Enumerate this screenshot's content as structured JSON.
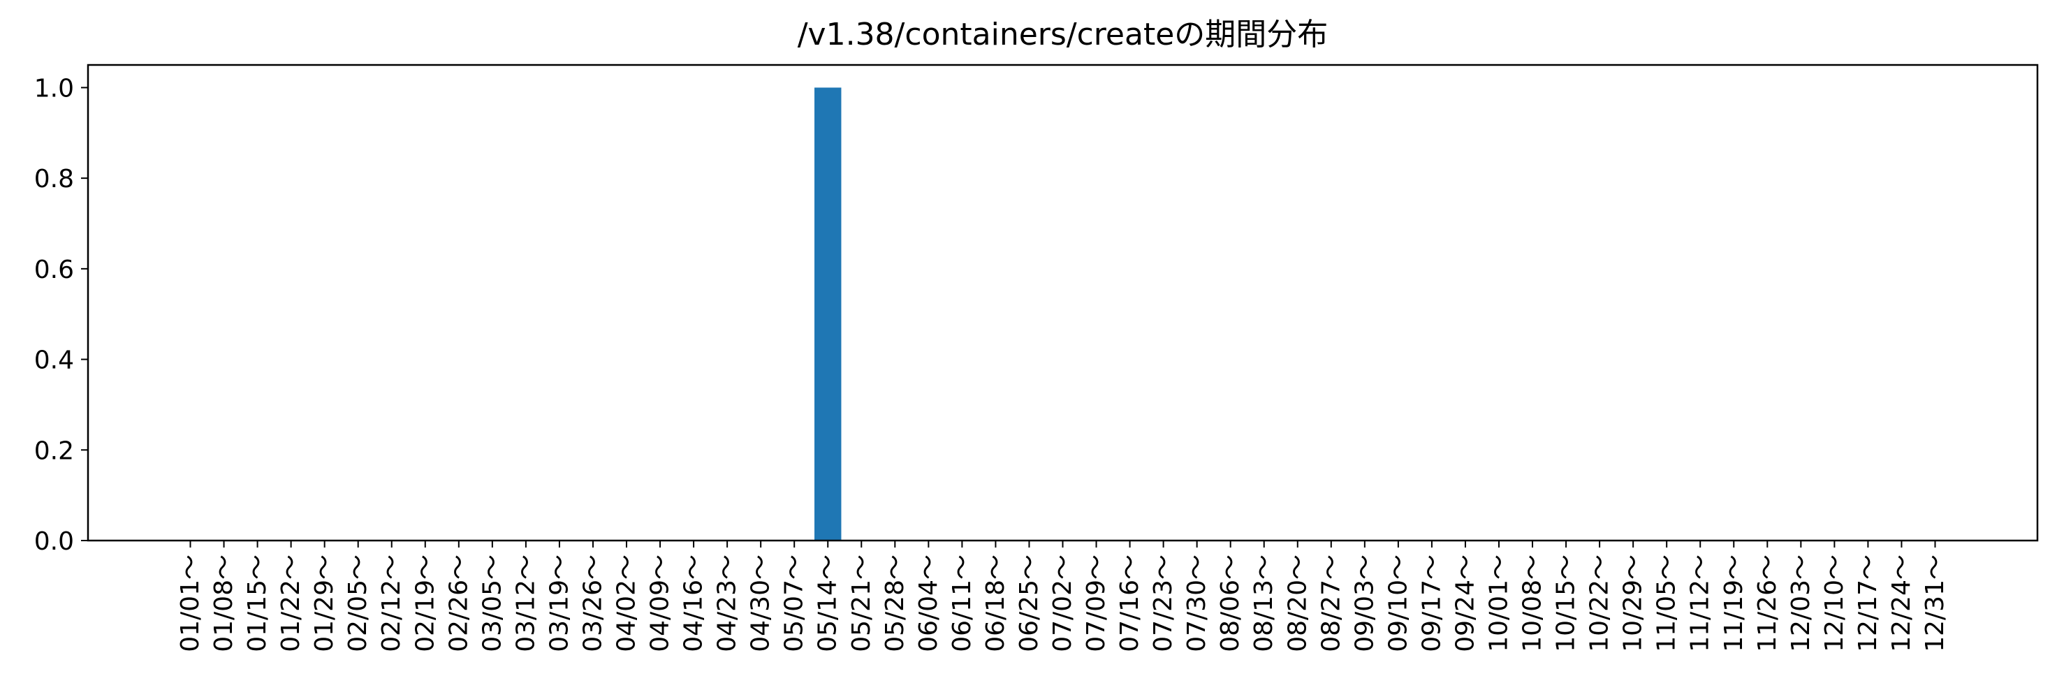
{
  "chart_data": {
    "type": "bar",
    "title": "/v1.38/containers/createの期間分布",
    "xlabel": "",
    "ylabel": "",
    "ylim": [
      0,
      1.05
    ],
    "yticks": [
      0.0,
      0.2,
      0.4,
      0.6,
      0.8,
      1.0
    ],
    "ytick_labels": [
      "0.0",
      "0.2",
      "0.4",
      "0.6",
      "0.8",
      "1.0"
    ],
    "grid": false,
    "legend": "none",
    "bar_color": "#1f77b4",
    "categories": [
      "01/01～",
      "01/08～",
      "01/15～",
      "01/22～",
      "01/29～",
      "02/05～",
      "02/12～",
      "02/19～",
      "02/26～",
      "03/05～",
      "03/12～",
      "03/19～",
      "03/26～",
      "04/02～",
      "04/09～",
      "04/16～",
      "04/23～",
      "04/30～",
      "05/07～",
      "05/14～",
      "05/21～",
      "05/28～",
      "06/04～",
      "06/11～",
      "06/18～",
      "06/25～",
      "07/02～",
      "07/09～",
      "07/16～",
      "07/23～",
      "07/30～",
      "08/06～",
      "08/13～",
      "08/20～",
      "08/27～",
      "09/03～",
      "09/10～",
      "09/17～",
      "09/24～",
      "10/01～",
      "10/08～",
      "10/15～",
      "10/22～",
      "10/29～",
      "11/05～",
      "11/12～",
      "11/19～",
      "11/26～",
      "12/03～",
      "12/10～",
      "12/17～",
      "12/24～",
      "12/31～"
    ],
    "values": [
      0,
      0,
      0,
      0,
      0,
      0,
      0,
      0,
      0,
      0,
      0,
      0,
      0,
      0,
      0,
      0,
      0,
      0,
      0,
      1,
      0,
      0,
      0,
      0,
      0,
      0,
      0,
      0,
      0,
      0,
      0,
      0,
      0,
      0,
      0,
      0,
      0,
      0,
      0,
      0,
      0,
      0,
      0,
      0,
      0,
      0,
      0,
      0,
      0,
      0,
      0,
      0,
      0
    ]
  }
}
